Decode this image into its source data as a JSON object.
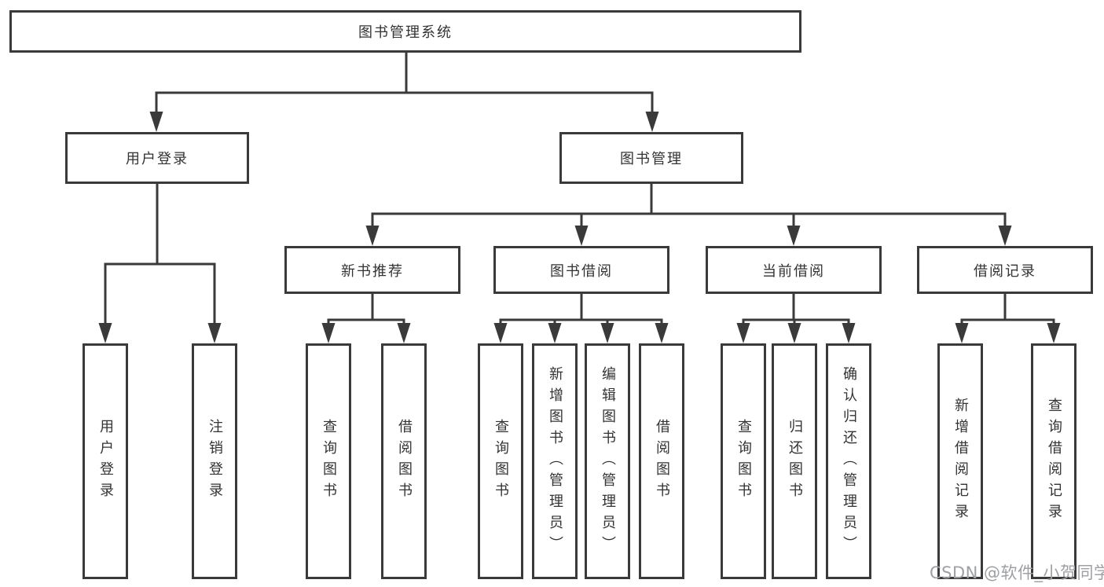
{
  "root": {
    "label": "图书管理系统"
  },
  "branches": [
    {
      "label": "用户登录",
      "children": [
        {
          "label": "用户登录"
        },
        {
          "label": "注销登录"
        }
      ]
    },
    {
      "label": "图书管理",
      "children": [
        {
          "label": "新书推荐",
          "children": [
            {
              "label": "查询图书"
            },
            {
              "label": "借阅图书"
            }
          ]
        },
        {
          "label": "图书借阅",
          "children": [
            {
              "label": "查询图书"
            },
            {
              "label": "新增图书（管理员）"
            },
            {
              "label": "编辑图书（管理员）"
            },
            {
              "label": "借阅图书"
            }
          ]
        },
        {
          "label": "当前借阅",
          "children": [
            {
              "label": "查询图书"
            },
            {
              "label": "归还图书"
            },
            {
              "label": "确认归还（管理员）"
            }
          ]
        },
        {
          "label": "借阅记录",
          "children": [
            {
              "label": "新增借阅记录"
            },
            {
              "label": "查询借阅记录"
            }
          ]
        }
      ]
    }
  ],
  "watermark": {
    "text": "CSDN @软件_小贺同学"
  },
  "colors": {
    "line": "#3a3a3a",
    "text": "#333333",
    "watermark": "#9fa0a4",
    "background": "#ffffff"
  }
}
